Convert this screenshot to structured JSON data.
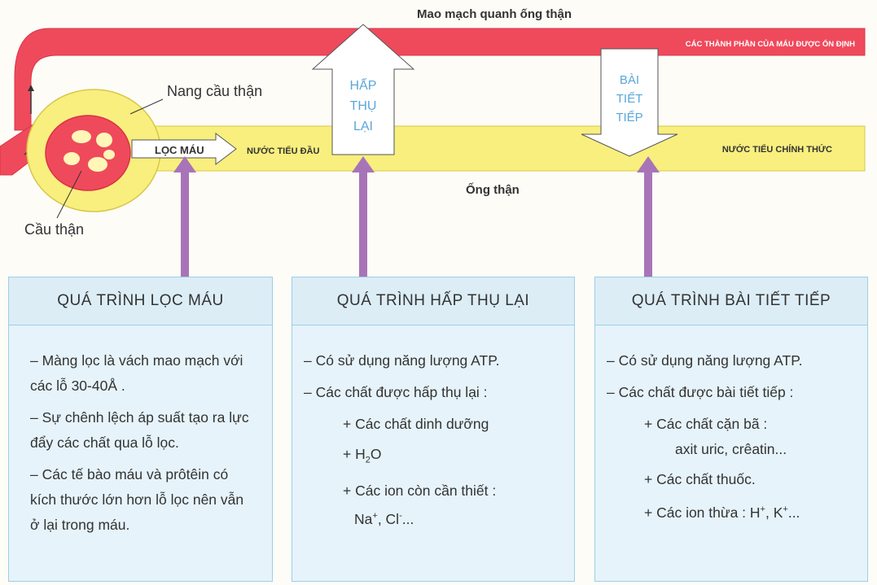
{
  "diagram": {
    "capillary_label": "Mao mạch quanh ống thận",
    "capillary_inner_label": "CÁC THÀNH PHẦN CỦA MÁU ĐƯỢC ỔN ĐỊNH",
    "capsule_label": "Nang cầu thận",
    "glomerulus_label": "Cầu thận",
    "filtration_arrow_label": "LỌC MÁU",
    "primary_urine_label": "NƯỚC TIỂU ĐẦU",
    "tubule_label": "Ống thận",
    "final_urine_label": "NƯỚC TIỂU CHÍNH THỨC",
    "reabsorb_arrow": [
      "HẤP",
      "THỤ",
      "LẠI"
    ],
    "secrete_arrow": [
      "BÀI",
      "TIẾT",
      "TIẾP"
    ],
    "colors": {
      "capillary": "#ef4a5c",
      "tubule": "#f8ef7e",
      "purple_arrow": "#a874b8",
      "panel_bg": "#e6f3fa",
      "panel_border": "#9ccfe8",
      "arrow_text": "#5aa7d9"
    }
  },
  "panels": {
    "filtration": {
      "title": "QUÁ TRÌNH LỌC MÁU",
      "p1": "– Màng lọc là vách mao mạch với các lỗ 30-40Å .",
      "p2": "– Sự chênh lệch áp suất tạo ra lực đẩy các chất qua lỗ lọc.",
      "p3": "– Các tế bào máu và prôtêin có kích thước lớn hơn lỗ lọc nên vẫn ở lại trong máu."
    },
    "reabsorption": {
      "title": "QUÁ TRÌNH HẤP THỤ LẠI",
      "p1": "– Có sử dụng năng lượng ATP.",
      "p2": "– Các chất được hấp thụ lại :",
      "item1": "+ Các chất dinh dưỡng",
      "item2_prefix": "+ H",
      "item2_sub": "2",
      "item2_suffix": "O",
      "item3": "+ Các ion còn cần thiết :",
      "item3b_na": "Na",
      "item3b_na_sup": "+",
      "item3b_cl": ", Cl",
      "item3b_cl_sup": "-",
      "item3b_end": "..."
    },
    "secretion": {
      "title": "QUÁ TRÌNH BÀI TIẾT TIẾP",
      "p1": "– Có sử dụng năng lượng ATP.",
      "p2": "– Các chất được bài tiết tiếp :",
      "item1": "+ Các chất cặn bã :",
      "item1b": "axit uric, crêatin...",
      "item2": "+ Các chất thuốc.",
      "item3_prefix": "+ Các ion thừa : H",
      "item3_sup1": "+",
      "item3_mid": ", K",
      "item3_sup2": "+",
      "item3_end": "..."
    }
  }
}
